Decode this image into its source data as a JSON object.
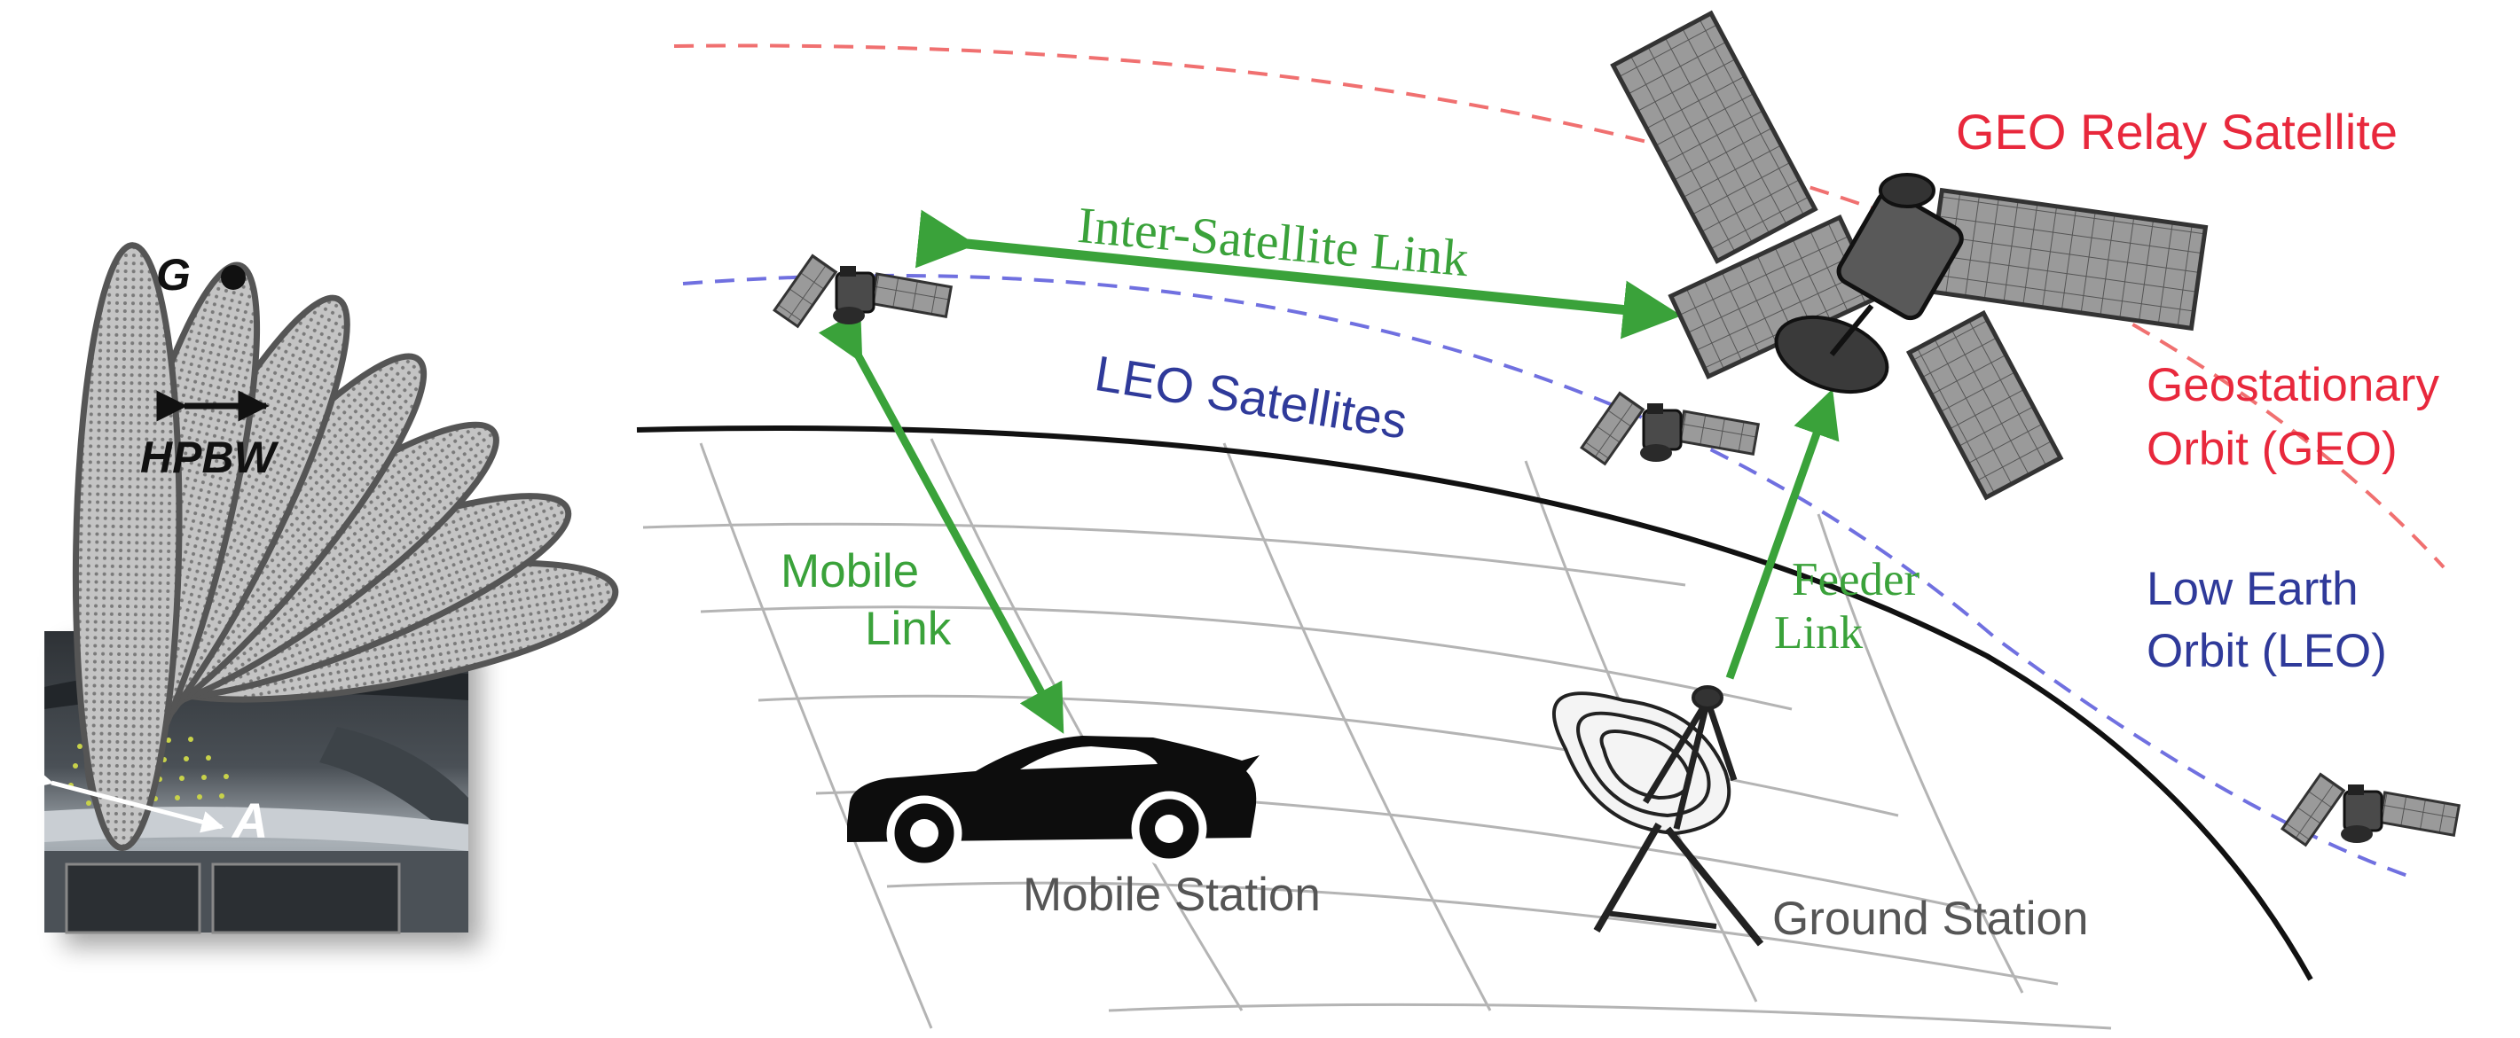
{
  "left_panel": {
    "gain_label": "G",
    "beamwidth_label": "HPBW",
    "aperture_label": "A"
  },
  "labels": {
    "geo_relay_satellite": "GEO Relay Satellite",
    "inter_satellite_link": "Inter-Satellite Link",
    "leo_satellites": "LEO Satellites",
    "geo_orbit_line1": "Geostationary",
    "geo_orbit_line2": "Orbit (GEO)",
    "mobile_link_line1": "Mobile",
    "mobile_link_line2": "Link",
    "feeder_link_line1": "Feeder",
    "feeder_link_line2": "Link",
    "leo_orbit_line1": "Low Earth",
    "leo_orbit_line2": "Orbit (LEO)",
    "mobile_station": "Mobile Station",
    "ground_station": "Ground Station"
  },
  "colors": {
    "geo": "#e8283c",
    "leo": "#2f3a9a",
    "link": "#3aa23a",
    "station_text": "#555555"
  }
}
